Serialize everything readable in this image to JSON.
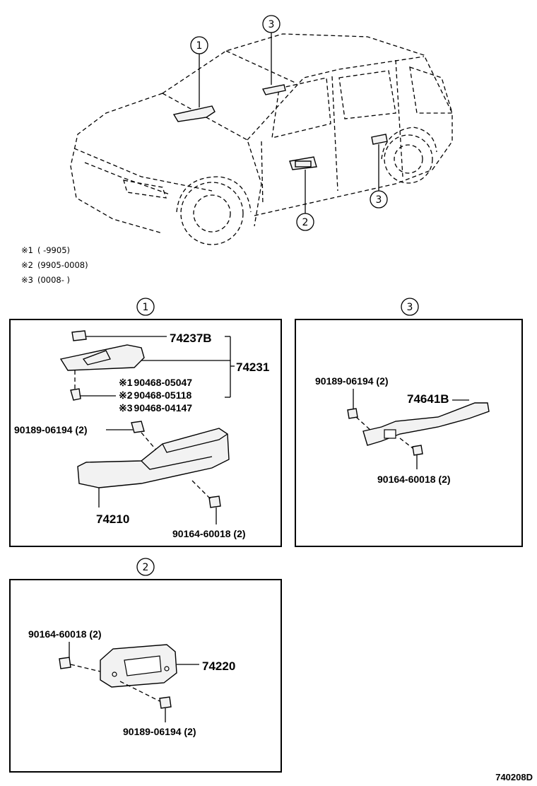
{
  "callouts": {
    "one": "1",
    "two": "2",
    "three": "3"
  },
  "notes": [
    {
      "mark": "※1",
      "range": "(        -9905)"
    },
    {
      "mark": "※2",
      "range": "(9905-0008)"
    },
    {
      "mark": "※3",
      "range": "(0008-        )"
    }
  ],
  "section1": {
    "cap": "74237B",
    "assembly": "74231",
    "clip_variants": [
      {
        "mark": "※1",
        "part": "90468-05047"
      },
      {
        "mark": "※2",
        "part": "90468-05118"
      },
      {
        "mark": "※3",
        "part": "90468-04147"
      }
    ],
    "nut": "90189-06194 (2)",
    "handle": "74210",
    "screw": "90164-60018 (2)"
  },
  "section2": {
    "screw": "90164-60018 (2)",
    "handle": "74220",
    "nut": "90189-06194 (2)"
  },
  "section3": {
    "nut": "90189-06194 (2)",
    "handle": "74641B",
    "screw": "90164-60018 (2)"
  },
  "diagram_code": "740208D"
}
